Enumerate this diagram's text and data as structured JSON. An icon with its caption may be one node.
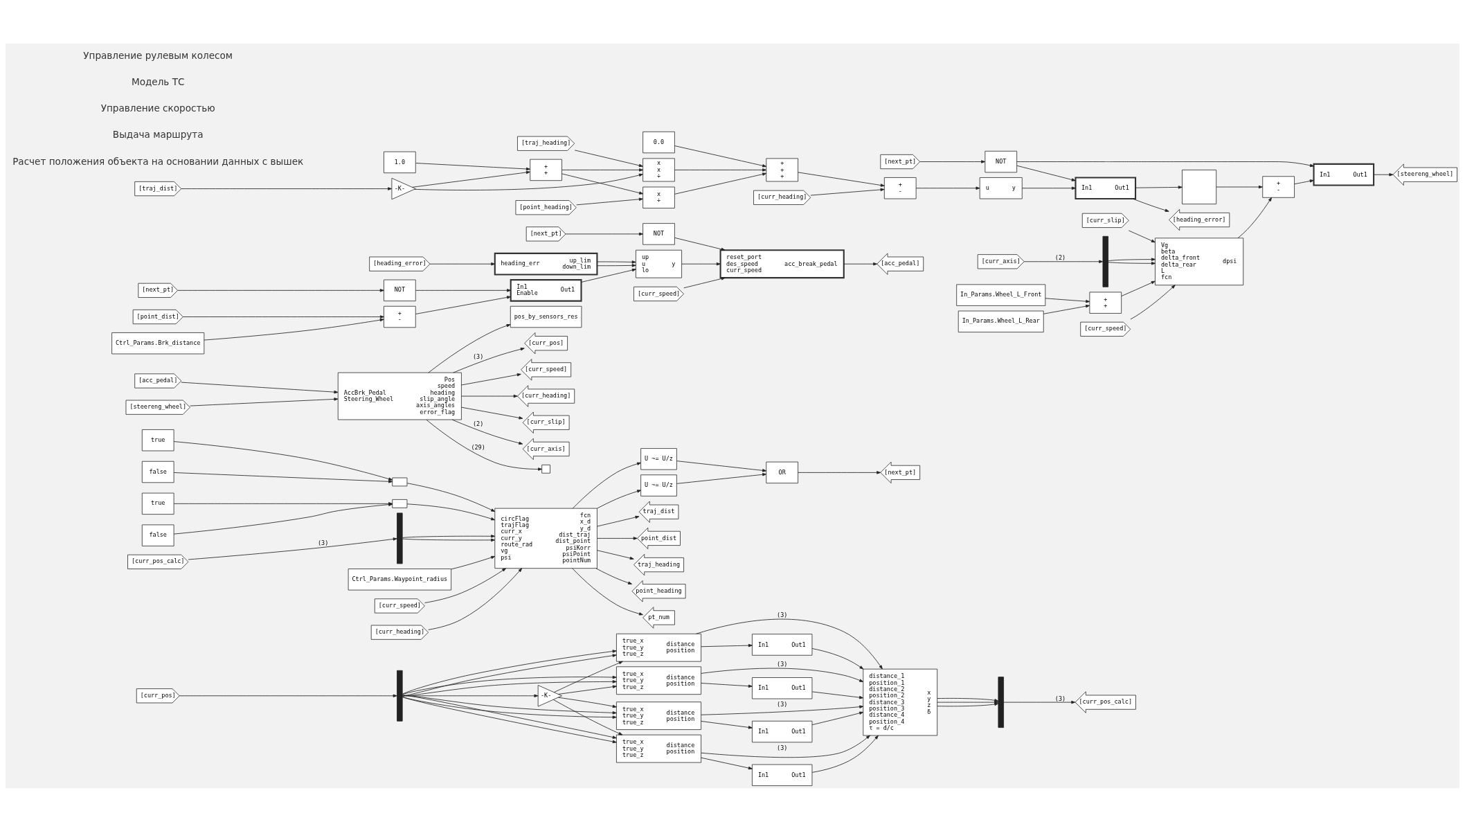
{
  "diagram": {
    "nodes": [
      {
        "text": [
          "[curr_pos]"
        ]
      },
      {
        "text": [],
        "shape": "bar"
      },
      {
        "text": [
          "-K-"
        ]
      },
      {
        "text": [
          "true_x",
          "true_y",
          "true_z",
          "distance",
          "position"
        ]
      },
      {
        "text": [
          "true_x",
          "true_y",
          "true_z",
          "distance",
          "position"
        ]
      },
      {
        "text": [
          "true_x",
          "true_y",
          "true_z",
          "distance",
          "position"
        ]
      },
      {
        "text": [
          "true_x",
          "true_y",
          "true_z",
          "distance",
          "position"
        ]
      },
      {
        "text": [
          "In1",
          "Out1"
        ]
      },
      {
        "text": [
          "In1",
          "Out1"
        ]
      },
      {
        "text": [
          "In1",
          "Out1"
        ]
      },
      {
        "text": [
          "In1",
          "Out1"
        ]
      },
      {
        "text": [
          "distance_1",
          "position_1",
          "distance_2",
          "position_2",
          "distance_3",
          "position_3",
          "distance_4",
          "position_4",
          "τ = d/c",
          "x",
          "y",
          "z",
          "δ"
        ]
      },
      {
        "text": [],
        "shape": "bar"
      },
      {
        "text": [
          "[curr_pos_calc]"
        ]
      },
      {
        "text": [
          "true"
        ]
      },
      {
        "text": [
          "false"
        ]
      },
      {
        "text": [
          "true"
        ]
      },
      {
        "text": [
          "false"
        ]
      },
      {
        "text": [],
        "shape": "switch"
      },
      {
        "text": [],
        "shape": "switch"
      },
      {
        "text": [
          "[curr_pos_calc]"
        ]
      },
      {
        "text": [],
        "shape": "bar"
      },
      {
        "text": [
          "Ctrl_Params.Waypoint_radius"
        ]
      },
      {
        "text": [
          "[curr_speed]"
        ]
      },
      {
        "text": [
          "[curr_heading]"
        ]
      },
      {
        "text": [
          "circFlag",
          "trajFlag",
          "curr_x",
          "curr_y",
          "route_rad",
          "vg",
          "psi",
          "fcn",
          "x_d",
          "y_d",
          "dist_traj",
          "dist_point",
          "psiKorr",
          "psiPoint",
          "pointNum"
        ]
      },
      {
        "text": [
          "U ~= U/z"
        ]
      },
      {
        "text": [
          "U ~= U/z"
        ]
      },
      {
        "text": [
          "OR"
        ]
      },
      {
        "text": [
          "[next_pt]"
        ]
      },
      {
        "text": [
          "traj_dist"
        ]
      },
      {
        "text": [
          "point_dist"
        ]
      },
      {
        "text": [
          "traj_heading"
        ]
      },
      {
        "text": [
          "point_heading"
        ]
      },
      {
        "text": [
          "pt_num"
        ]
      },
      {
        "text": [
          "[acc_pedal]"
        ]
      },
      {
        "text": [
          "[steereng_wheel]"
        ]
      },
      {
        "text": [
          "AccBrk_Pedal",
          "Steering_Wheel",
          "Pos",
          "speed",
          "heading",
          "slip_angle",
          "axis_angles",
          "error_flag"
        ]
      },
      {
        "text": [
          "pos_by_sensors_res"
        ]
      },
      {
        "text": [
          "[curr_pos]"
        ]
      },
      {
        "text": [
          "[curr_speed]"
        ]
      },
      {
        "text": [
          "[curr_heading]"
        ]
      },
      {
        "text": [
          "[curr_slip]"
        ]
      },
      {
        "text": [
          "[curr_axis]"
        ]
      },
      {
        "text": [],
        "shape": "terminator"
      },
      {
        "text": [
          "[heading_error]"
        ]
      },
      {
        "text": [
          "heading_err",
          "up_lim",
          "down_lim"
        ]
      },
      {
        "text": [
          "[point_dist]"
        ]
      },
      {
        "text": [
          "Ctrl_Params.Brk_distance"
        ]
      },
      {
        "text": [
          "+",
          "-"
        ]
      },
      {
        "text": [
          "[next_pt]"
        ]
      },
      {
        "text": [
          "NOT"
        ]
      },
      {
        "text": [
          "In1",
          "Enable",
          "Out1"
        ]
      },
      {
        "text": [
          "up",
          "u",
          "lo",
          "y"
        ]
      },
      {
        "text": [
          "[next_pt]"
        ]
      },
      {
        "text": [
          "NOT"
        ]
      },
      {
        "text": [
          "[curr_speed]"
        ]
      },
      {
        "text": [
          "reset_port",
          "des_speed",
          "curr_speed",
          "acc_break_pedal"
        ]
      },
      {
        "text": [
          "[acc_pedal]"
        ]
      },
      {
        "text": [
          "[traj_dist]"
        ]
      },
      {
        "text": [
          "-K-"
        ]
      },
      {
        "text": [
          "1.0"
        ]
      },
      {
        "text": [
          "+",
          "+"
        ]
      },
      {
        "text": [
          "0.0"
        ]
      },
      {
        "text": [
          "[point_heading]"
        ]
      },
      {
        "text": [
          "x",
          "÷"
        ]
      },
      {
        "text": [
          "[traj_heading]"
        ]
      },
      {
        "text": [
          "x",
          "x",
          "÷"
        ]
      },
      {
        "text": [
          "+",
          "+",
          "+"
        ]
      },
      {
        "text": [
          "+",
          "-"
        ]
      },
      {
        "text": [
          "[curr_heading]"
        ]
      },
      {
        "text": [
          "u",
          "y"
        ]
      },
      {
        "text": [
          "[next_pt]"
        ]
      },
      {
        "text": [
          "NOT"
        ]
      },
      {
        "text": [
          "In1",
          "Out1"
        ]
      },
      {
        "text": [
          "[heading_error]"
        ]
      },
      {
        "text": [],
        "shape": "box"
      },
      {
        "text": [
          "+",
          "-"
        ]
      },
      {
        "text": [
          "In1",
          "Out1"
        ]
      },
      {
        "text": [
          "[steereng_wheel]"
        ]
      },
      {
        "text": [
          "[curr_speed]"
        ]
      },
      {
        "text": [
          "[curr_slip]"
        ]
      },
      {
        "text": [
          "[curr_axis]"
        ]
      },
      {
        "text": [],
        "shape": "bar"
      },
      {
        "text": [
          "In_Params.Wheel_L_Front"
        ]
      },
      {
        "text": [
          "In_Params.Wheel_L_Rear"
        ]
      },
      {
        "text": [
          "+",
          "+"
        ]
      },
      {
        "text": [
          "Vg",
          "beta",
          "delta_front",
          "delta_rear",
          "L",
          "fcn",
          "dpsi"
        ]
      }
    ],
    "edges": [
      {
        "from": 0,
        "to": 1,
        "arrow": "to"
      },
      {
        "from": 1,
        "to": 3,
        "arrow": "to"
      },
      {
        "from": 1,
        "to": 4,
        "arrow": "to"
      },
      {
        "from": 1,
        "to": 5,
        "arrow": "to"
      },
      {
        "from": 1,
        "to": 6,
        "arrow": "to"
      },
      {
        "from": 1,
        "to": 3,
        "arrow": "to"
      },
      {
        "from": 1,
        "to": 4,
        "arrow": "to"
      },
      {
        "from": 1,
        "to": 5,
        "arrow": "to"
      },
      {
        "from": 1,
        "to": 6,
        "arrow": "to"
      },
      {
        "from": 1,
        "to": 2,
        "arrow": "to"
      },
      {
        "from": 2,
        "to": 3,
        "arrow": "to"
      },
      {
        "from": 2,
        "to": 4,
        "arrow": "to"
      },
      {
        "from": 2,
        "to": 5,
        "arrow": "to"
      },
      {
        "from": 2,
        "to": 6,
        "arrow": "to"
      },
      {
        "from": 3,
        "to": 7,
        "arrow": "to"
      },
      {
        "from": 4,
        "to": 8,
        "arrow": "to"
      },
      {
        "from": 5,
        "to": 9,
        "arrow": "to"
      },
      {
        "from": 6,
        "to": 10,
        "arrow": "to"
      },
      {
        "from": 7,
        "to": 11,
        "arrow": "to"
      },
      {
        "from": 8,
        "to": 11,
        "arrow": "to"
      },
      {
        "from": 9,
        "to": 11,
        "arrow": "to"
      },
      {
        "from": 10,
        "to": 11,
        "arrow": "to"
      },
      {
        "from": 3,
        "to": 11,
        "label": "(3)",
        "arrow": "to"
      },
      {
        "from": 4,
        "to": 11,
        "label": "(3)",
        "arrow": "to"
      },
      {
        "from": 5,
        "to": 11,
        "label": "(3)",
        "arrow": "to"
      },
      {
        "from": 6,
        "to": 11,
        "label": "(3)",
        "arrow": "to"
      },
      {
        "from": 11,
        "to": 12,
        "arrow": "to"
      },
      {
        "from": 11,
        "to": 12,
        "arrow": "to"
      },
      {
        "from": 11,
        "to": 12,
        "arrow": "to"
      },
      {
        "from": 12,
        "to": 13,
        "label": "(3)",
        "arrow": "to"
      },
      {
        "from": 14,
        "to": 18,
        "arrow": "to"
      },
      {
        "from": 15,
        "to": 18,
        "arrow": "to"
      },
      {
        "from": 16,
        "to": 19,
        "arrow": "to"
      },
      {
        "from": 17,
        "to": 19,
        "arrow": "to"
      },
      {
        "from": 18,
        "to": 25,
        "arrow": "to"
      },
      {
        "from": 19,
        "to": 25,
        "arrow": "to"
      },
      {
        "from": 20,
        "to": 21,
        "label": "(3)",
        "arrow": "to"
      },
      {
        "from": 21,
        "to": 25,
        "arrow": "to"
      },
      {
        "from": 21,
        "to": 25,
        "arrow": "to"
      },
      {
        "from": 22,
        "to": 25,
        "arrow": "to"
      },
      {
        "from": 23,
        "to": 25,
        "arrow": "to"
      },
      {
        "from": 24,
        "to": 25,
        "arrow": "to"
      },
      {
        "from": 25,
        "to": 26,
        "arrow": "to"
      },
      {
        "from": 25,
        "to": 27,
        "arrow": "to"
      },
      {
        "from": 26,
        "to": 28,
        "arrow": "to"
      },
      {
        "from": 27,
        "to": 28,
        "arrow": "to"
      },
      {
        "from": 28,
        "to": 29,
        "arrow": "to"
      },
      {
        "from": 25,
        "to": 30,
        "arrow": "to"
      },
      {
        "from": 25,
        "to": 31,
        "arrow": "to"
      },
      {
        "from": 25,
        "to": 32,
        "arrow": "to"
      },
      {
        "from": 25,
        "to": 33,
        "arrow": "to"
      },
      {
        "from": 25,
        "to": 34,
        "arrow": "to"
      },
      {
        "from": 35,
        "to": 37,
        "arrow": "to"
      },
      {
        "from": 36,
        "to": 37,
        "arrow": "to"
      },
      {
        "from": 37,
        "to": 38,
        "arrow": "to"
      },
      {
        "from": 37,
        "to": 39,
        "label": "(3)",
        "arrow": "to"
      },
      {
        "from": 37,
        "to": 40,
        "arrow": "to"
      },
      {
        "from": 37,
        "to": 41,
        "arrow": "to"
      },
      {
        "from": 37,
        "to": 42,
        "arrow": "to"
      },
      {
        "from": 37,
        "to": 43,
        "label": "(2)",
        "arrow": "to"
      },
      {
        "from": 37,
        "to": 44,
        "label": "(29)",
        "arrow": "to"
      },
      {
        "from": 45,
        "to": 46,
        "arrow": "to"
      },
      {
        "from": 46,
        "to": 53,
        "arrow": "to"
      },
      {
        "from": 46,
        "to": 53,
        "arrow": "to"
      },
      {
        "from": 47,
        "to": 49,
        "arrow": "to"
      },
      {
        "from": 48,
        "to": 49,
        "arrow": "to"
      },
      {
        "from": 49,
        "to": 52,
        "arrow": "to"
      },
      {
        "from": 50,
        "to": 51,
        "arrow": "to"
      },
      {
        "from": 51,
        "to": 52,
        "arrow": "to"
      },
      {
        "from": 52,
        "to": 53,
        "arrow": "to"
      },
      {
        "from": 53,
        "to": 57,
        "arrow": "to"
      },
      {
        "from": 54,
        "to": 55,
        "arrow": "to"
      },
      {
        "from": 55,
        "to": 57,
        "arrow": "to"
      },
      {
        "from": 56,
        "to": 57,
        "arrow": "to"
      },
      {
        "from": 57,
        "to": 58,
        "arrow": "to"
      },
      {
        "from": 59,
        "to": 60,
        "arrow": "to"
      },
      {
        "from": 60,
        "to": 62,
        "arrow": "to"
      },
      {
        "from": 61,
        "to": 62,
        "arrow": "to"
      },
      {
        "from": 60,
        "to": 67,
        "arrow": "to"
      },
      {
        "from": 62,
        "to": 65,
        "arrow": "to"
      },
      {
        "from": 62,
        "to": 67,
        "arrow": "to"
      },
      {
        "from": 64,
        "to": 65,
        "arrow": "to"
      },
      {
        "from": 66,
        "to": 67,
        "arrow": "to"
      },
      {
        "from": 63,
        "to": 68,
        "arrow": "to"
      },
      {
        "from": 65,
        "to": 68,
        "arrow": "to"
      },
      {
        "from": 67,
        "to": 68,
        "arrow": "to"
      },
      {
        "from": 68,
        "to": 69,
        "arrow": "to"
      },
      {
        "from": 70,
        "to": 69,
        "arrow": "to"
      },
      {
        "from": 69,
        "to": 71,
        "arrow": "to"
      },
      {
        "from": 71,
        "to": 74,
        "arrow": "to"
      },
      {
        "from": 72,
        "to": 73,
        "arrow": "to"
      },
      {
        "from": 73,
        "to": 74,
        "arrow": "to"
      },
      {
        "from": 73,
        "to": 78,
        "arrow": "to"
      },
      {
        "from": 74,
        "to": 75,
        "arrow": "to"
      },
      {
        "from": 74,
        "to": 76,
        "arrow": "to"
      },
      {
        "from": 76,
        "to": 77,
        "arrow": "to"
      },
      {
        "from": 87,
        "to": 77,
        "arrow": "to"
      },
      {
        "from": 77,
        "to": 78,
        "arrow": "to"
      },
      {
        "from": 78,
        "to": 79,
        "arrow": "to"
      },
      {
        "from": 80,
        "to": 87,
        "arrow": "to"
      },
      {
        "from": 81,
        "to": 87,
        "arrow": "to"
      },
      {
        "from": 82,
        "to": 83,
        "label": "(2)",
        "arrow": "to"
      },
      {
        "from": 83,
        "to": 87,
        "arrow": "to"
      },
      {
        "from": 83,
        "to": 87,
        "arrow": "to"
      },
      {
        "from": 84,
        "to": 86,
        "arrow": "to"
      },
      {
        "from": 85,
        "to": 86,
        "arrow": "to"
      },
      {
        "from": 86,
        "to": 87,
        "arrow": "to"
      }
    ],
    "labels": [
      "Расчет положения объекта на основании данных с вышек",
      "Выдача маршрута",
      "Управление скоростью",
      "Модель ТС",
      "Управление рулевым колесом"
    ]
  }
}
